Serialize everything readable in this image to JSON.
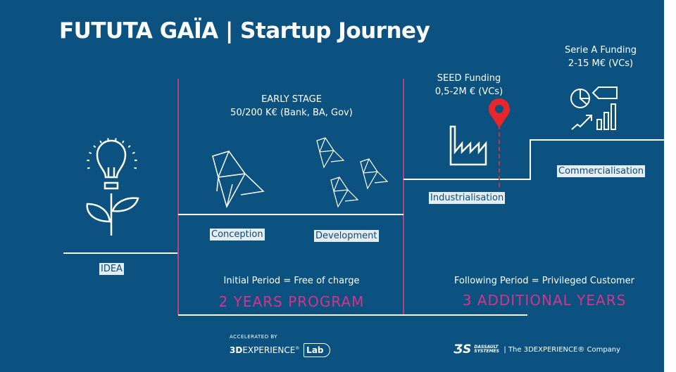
{
  "title": "FUTUTA GAÏA | Startup Journey",
  "idea": {
    "label": "IDEA",
    "icon": "lightbulb-plant-icon"
  },
  "early_stage": {
    "heading": "EARLY STAGE",
    "funding": "50/200 K€ (Bank, BA, Gov)",
    "steps": [
      "Conception",
      "Development"
    ]
  },
  "seed": {
    "heading": "SEED Funding",
    "funding": "0,5-2M € (VCs)",
    "step": "Industrialisation"
  },
  "serie_a": {
    "heading": "Serie A Funding",
    "funding": "2-15 M€ (VCs)",
    "step": "Commercialisation"
  },
  "periods": {
    "initial": {
      "text": "Initial Period = Free of charge",
      "program": "2 YEARS PROGRAM"
    },
    "following": {
      "text": "Following Period = Privileged Customer",
      "program": "3 ADDITIONAL YEARS"
    }
  },
  "footer": {
    "accelerated_by": "ACCELERATED BY",
    "lab_logo": "3DEXPERIENCE® Lab",
    "ds_logo": "DASSAULT SYSTEMES",
    "ds_tagline": "| The 3DEXPERIENCE® Company"
  },
  "colors": {
    "background": "#0c5281",
    "accent": "#d6338a",
    "pin": "#e8262c"
  }
}
